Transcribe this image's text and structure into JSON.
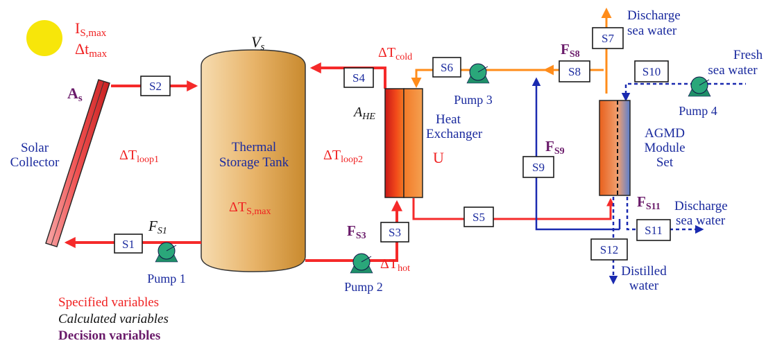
{
  "sun_label": {
    "line1_main": "I",
    "line1_sub": "S,max",
    "line2_main": "Δt",
    "line2_sub": "max"
  },
  "solar_area": {
    "main": "A",
    "sub": "s"
  },
  "solar_collector": {
    "line1": "Solar",
    "line2": "Collector"
  },
  "loop1": {
    "main": "ΔT",
    "sub": "loop1"
  },
  "tank": {
    "volume_main": "V",
    "volume_sub": "s",
    "line1": "Thermal",
    "line2": "Storage Tank",
    "dt_main": "ΔT",
    "dt_sub": "S,max"
  },
  "loop2": {
    "main": "ΔT",
    "sub": "loop2"
  },
  "heat_exchanger": {
    "area_main": "A",
    "area_sub": "HE",
    "line1": "Heat",
    "line2": "Exchanger",
    "u": "U"
  },
  "dt_cold": {
    "main": "ΔT",
    "sub": "cold"
  },
  "dt_hot": {
    "main": "ΔT",
    "sub": "hot"
  },
  "flows": {
    "fs1": {
      "main": "F",
      "sub": "S1"
    },
    "fs3": {
      "main": "F",
      "sub": "S3"
    },
    "fs8": {
      "main": "F",
      "sub": "S8"
    },
    "fs9": {
      "main": "F",
      "sub": "S9"
    },
    "fs11": {
      "main": "F",
      "sub": "S11"
    }
  },
  "streams": [
    "S1",
    "S2",
    "S3",
    "S4",
    "S5",
    "S6",
    "S7",
    "S8",
    "S9",
    "S10",
    "S11",
    "S12"
  ],
  "pumps": [
    "Pump 1",
    "Pump 2",
    "Pump 3",
    "Pump 4"
  ],
  "agmd": {
    "line1": "AGMD",
    "line2": "Module",
    "line3": "Set"
  },
  "discharge_top": {
    "line1": "Discharge",
    "line2": "sea water"
  },
  "fresh": {
    "line1": "Fresh",
    "line2": "sea water"
  },
  "discharge_bottom": {
    "line1": "Discharge",
    "line2": "sea water"
  },
  "distilled": {
    "line1": "Distilled",
    "line2": "water"
  },
  "legend": {
    "specified": "Specified variables",
    "calculated": "Calculated variables",
    "decision": "Decision variables"
  },
  "colors": {
    "hot_loop": "#f52a2a",
    "cold_loop": "#ff8c1a",
    "sea_water": "#1a2ab0",
    "label_blue": "#1a2a9e",
    "decision": "#6a1b6a",
    "pump": "#2aa77a",
    "sun": "#f7e60a"
  }
}
